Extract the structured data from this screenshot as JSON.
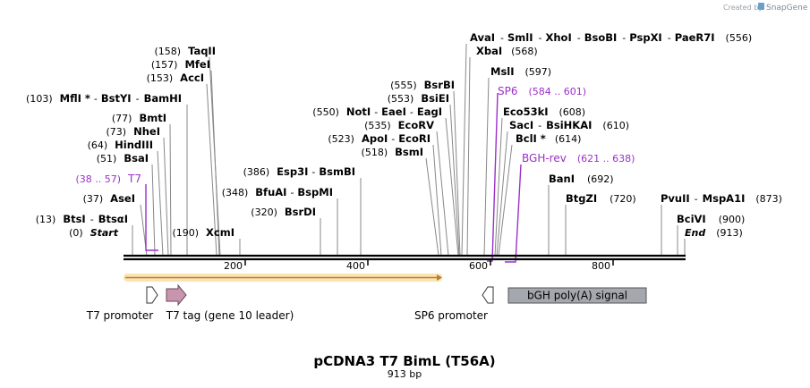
{
  "watermark": {
    "prefix": "Created by",
    "brand": "SnapGene"
  },
  "title": "pCDNA3 T7 BimL (T56A)",
  "subtitle": "913 bp",
  "colors": {
    "primer": "#9b30c8",
    "orf_fill": "#e8a93a",
    "orf_stroke": "#b5812b",
    "feature_gray": "#a4a7ad",
    "tag_pink": "#c994ae"
  },
  "axis": {
    "ticks": [
      "200",
      "400",
      "600",
      "800"
    ]
  },
  "features": {
    "t7_promoter": "T7 promoter",
    "t7_tag": "T7 tag (gene 10 leader)",
    "sp6_promoter": "SP6 promoter",
    "bgh_signal": "bGH poly(A) signal"
  },
  "sites": {
    "taqii": {
      "pos": "(158)",
      "name": "TaqII"
    },
    "mfei": {
      "pos": "(157)",
      "name": "MfeI"
    },
    "acci": {
      "pos": "(153)",
      "name": "AccI"
    },
    "mfli": {
      "pos": "(103)",
      "name": "MflI *",
      "sep1": "-",
      "name2": "BstYI",
      "sep2": "-",
      "name3": "BamHI"
    },
    "bmti": {
      "pos": "(77)",
      "name": "BmtI"
    },
    "nhei": {
      "pos": "(73)",
      "name": "NheI"
    },
    "hindiii": {
      "pos": "(64)",
      "name": "HindIII"
    },
    "bsai": {
      "pos": "(51)",
      "name": "BsaI"
    },
    "asei": {
      "pos": "(37)",
      "name": "AseI"
    },
    "btsi": {
      "pos": "(13)",
      "name": "BtsI",
      "sep": "-",
      "name2": "BtsαI"
    },
    "start": {
      "pos": "(0)",
      "name": "Start"
    },
    "xcmi": {
      "pos": "(190)",
      "name": "XcmI"
    },
    "esp3i": {
      "pos": "(386)",
      "name": "Esp3I",
      "sep": "-",
      "name2": "BsmBI"
    },
    "bfuai": {
      "pos": "(348)",
      "name": "BfuAI",
      "sep": "-",
      "name2": "BspMI"
    },
    "bsrdi": {
      "pos": "(320)",
      "name": "BsrDI"
    },
    "ava": {
      "names": [
        "AvaI",
        "-",
        "SmlI",
        "-",
        "XhoI",
        "-",
        "BsoBI",
        "-",
        "PspXI",
        "-",
        "PaeR7I"
      ],
      "pos": "(556)"
    },
    "xbai": {
      "name": "XbaI",
      "pos": "(568)"
    },
    "msli": {
      "name": "MslI",
      "pos": "(597)"
    },
    "bsrbi": {
      "pos": "(555)",
      "name": "BsrBI"
    },
    "bsiei": {
      "pos": "(553)",
      "name": "BsiEI"
    },
    "noti": {
      "pos": "(550)",
      "name": "NotI",
      "sep1": "-",
      "name2": "EaeI",
      "sep2": "-",
      "name3": "EagI"
    },
    "ecorv": {
      "pos": "(535)",
      "name": "EcoRV"
    },
    "apoi": {
      "pos": "(523)",
      "name": "ApoI",
      "sep": "-",
      "name2": "EcoRI"
    },
    "bsmi": {
      "pos": "(518)",
      "name": "BsmI"
    },
    "eco53ki": {
      "name": "Eco53kI",
      "pos": "(608)"
    },
    "saci": {
      "name": "SacI",
      "sep": "-",
      "name2": "BsiHKAI",
      "pos": "(610)"
    },
    "bcli": {
      "name": "BclI *",
      "pos": "(614)"
    },
    "bani": {
      "name": "BanI",
      "pos": "(692)"
    },
    "btgzi": {
      "name": "BtgZI",
      "pos": "(720)"
    },
    "pvuii": {
      "name": "PvuII",
      "sep": "-",
      "name2": "MspA1I",
      "pos": "(873)"
    },
    "bcivi": {
      "name": "BciVI",
      "pos": "(900)"
    },
    "end": {
      "name": "End",
      "pos": "(913)"
    }
  },
  "primers": {
    "t7": {
      "range": "(38 .. 57)",
      "name": "T7"
    },
    "sp6": {
      "name": "SP6",
      "range": "(584 .. 601)"
    },
    "bgh_rev": {
      "name": "BGH-rev",
      "range": "(621 .. 638)"
    }
  }
}
